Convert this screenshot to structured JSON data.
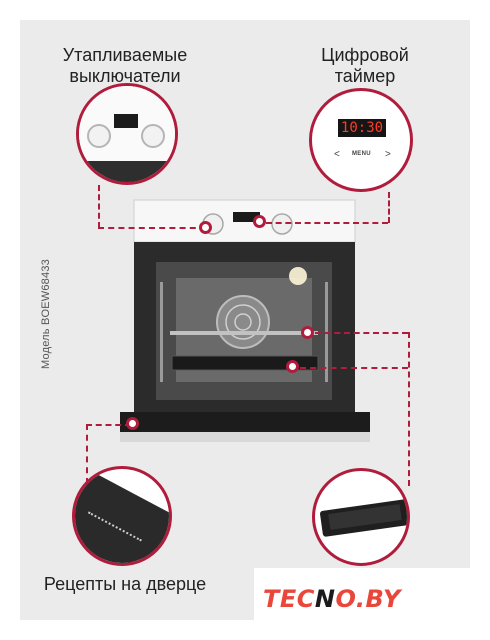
{
  "labels": {
    "switches_line1": "Утапливаемые",
    "switches_line2": "выключатели",
    "timer_line1": "Цифровой",
    "timer_line2": "таймер",
    "door_recipes": "Рецепты на дверце"
  },
  "model": "Модель BOEW68433",
  "panel_display": "",
  "timer": {
    "time": "10:30",
    "left_arrow": "<",
    "menu": "MENU",
    "right_arrow": ">"
  },
  "brand": {
    "part1": "TEC",
    "part2": "N",
    "part3": "O.BY"
  },
  "colors": {
    "accent": "#b01c3c",
    "logo": "#e8473a",
    "display_red": "#ff3b2a"
  }
}
